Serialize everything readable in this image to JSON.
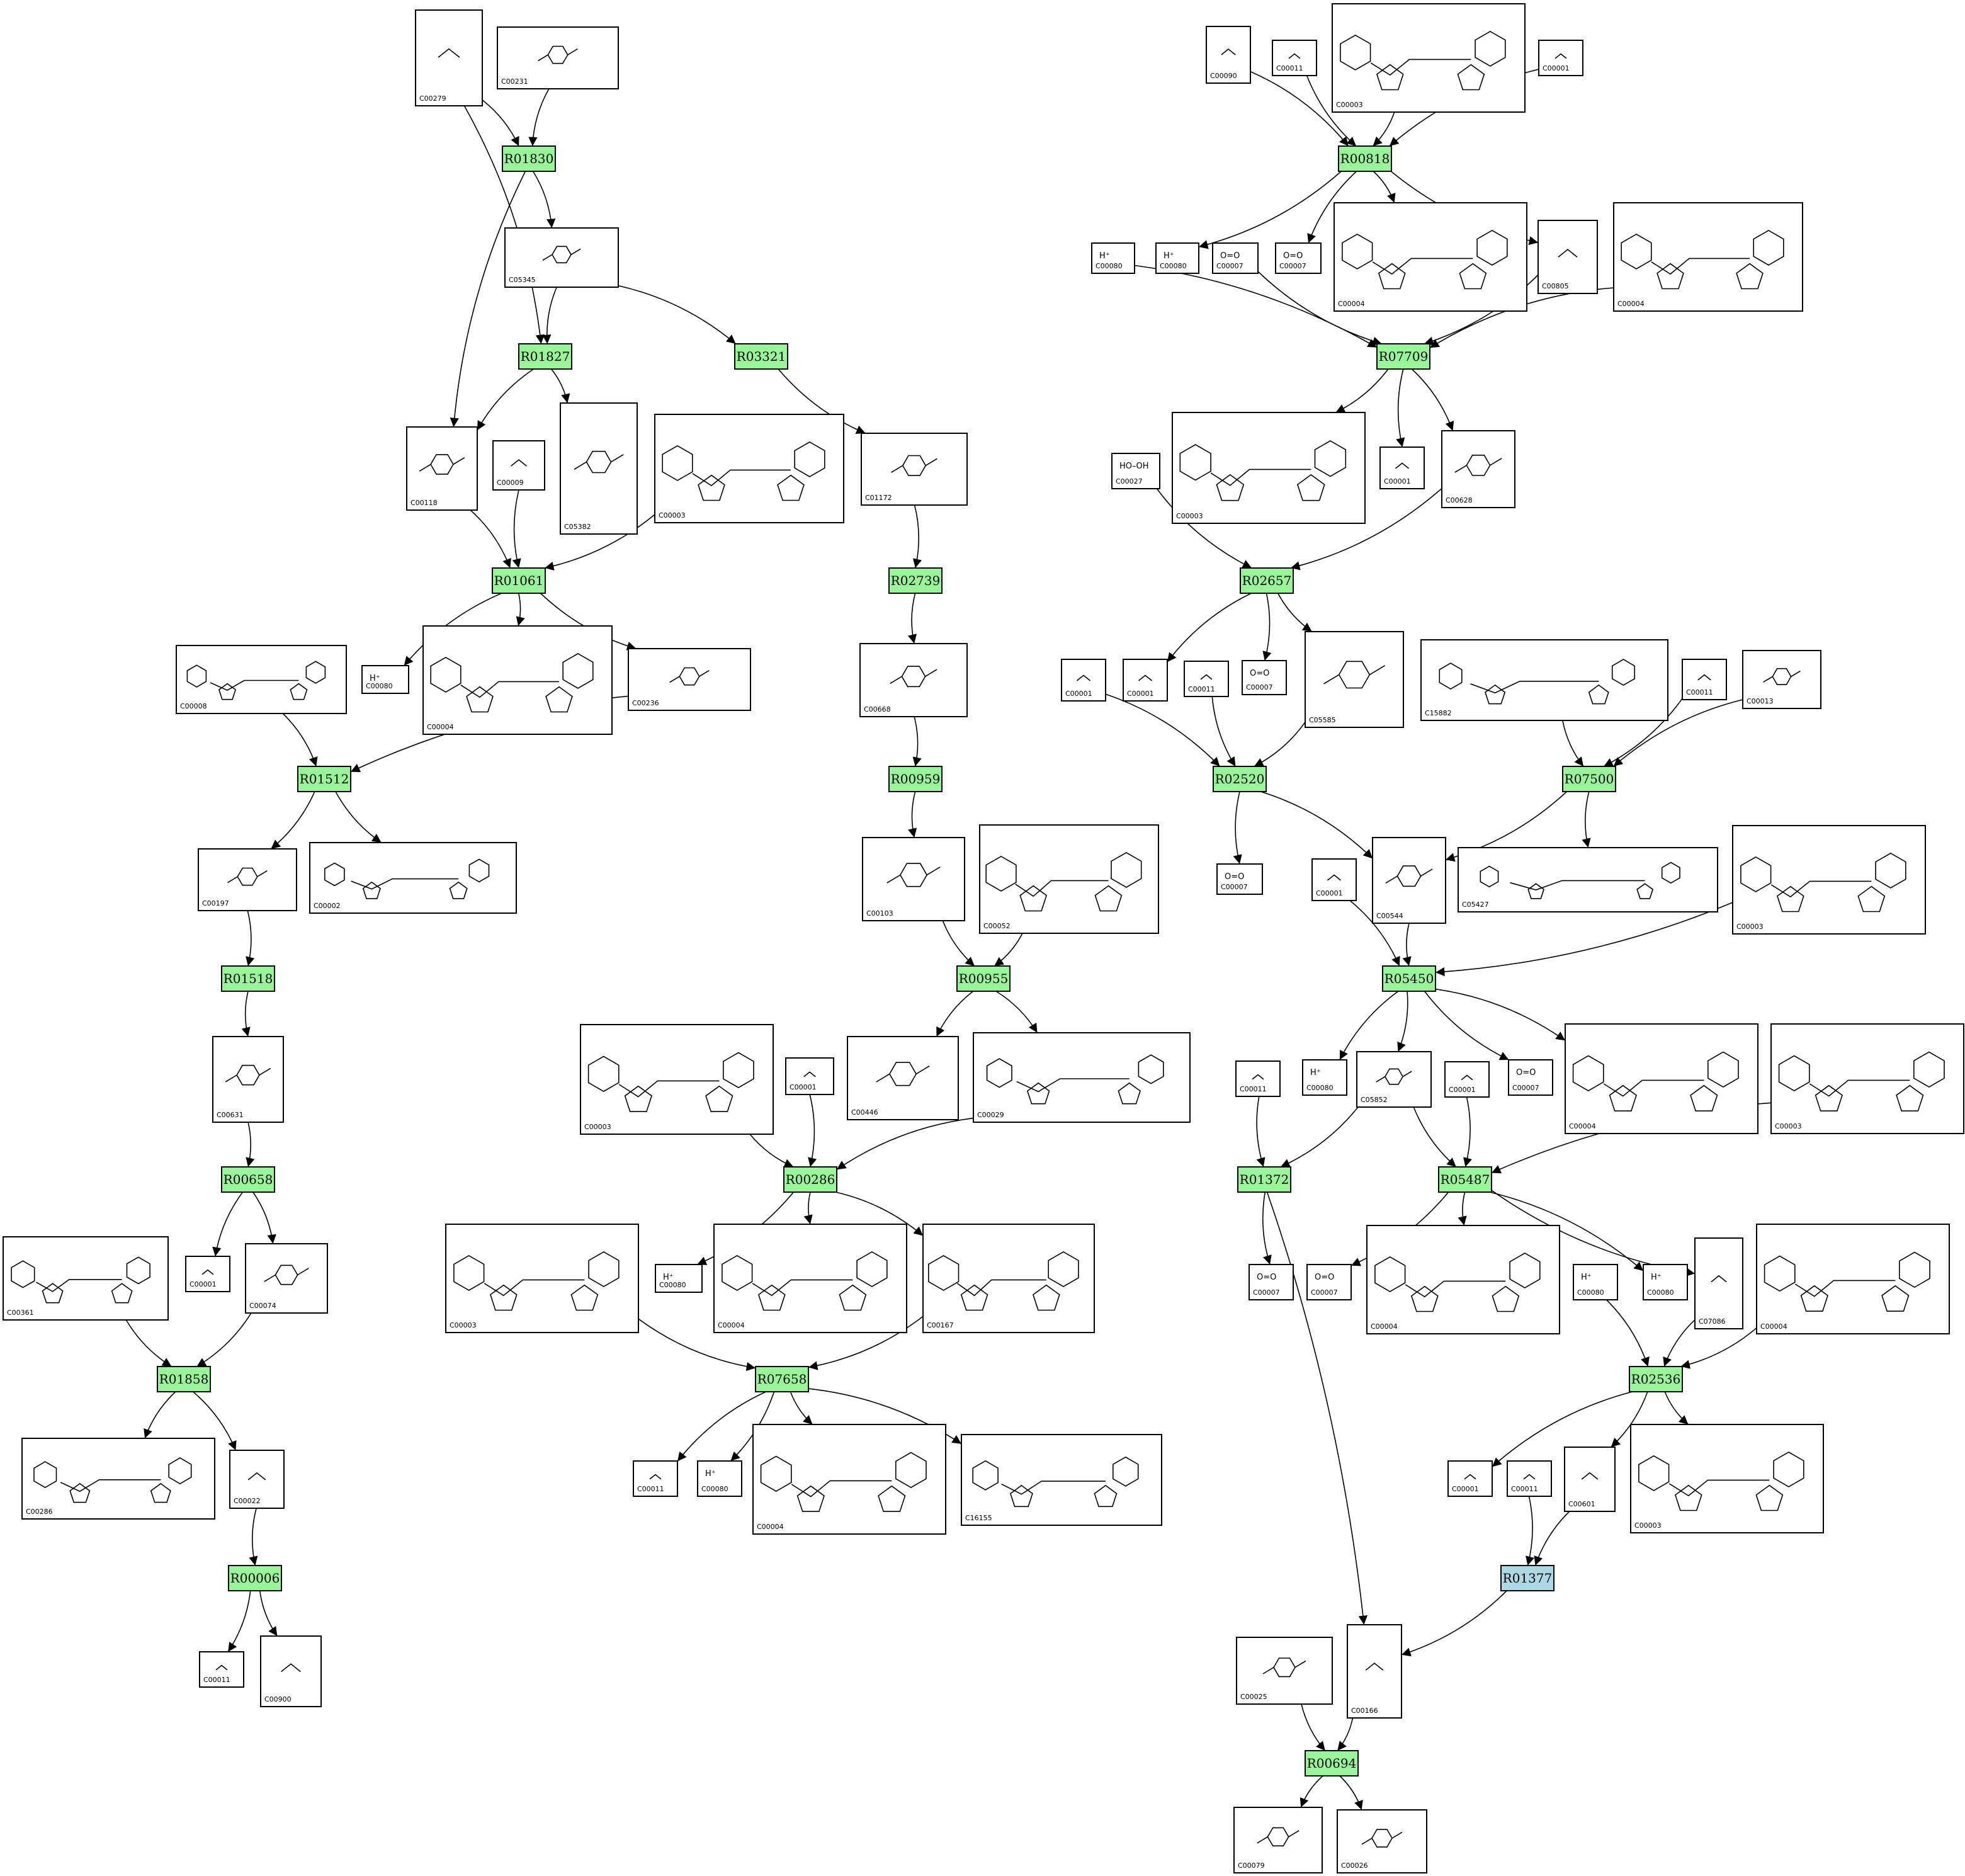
{
  "colors": {
    "reaction": "#98f598",
    "reaction_highlight": "#add8e6",
    "stroke": "#000000",
    "background": "#ffffff"
  },
  "reactions": [
    {
      "id": "R01830"
    },
    {
      "id": "R01827"
    },
    {
      "id": "R03321"
    },
    {
      "id": "R01061"
    },
    {
      "id": "R02739"
    },
    {
      "id": "R01512"
    },
    {
      "id": "R00959"
    },
    {
      "id": "R01518"
    },
    {
      "id": "R00955"
    },
    {
      "id": "R00658"
    },
    {
      "id": "R00286"
    },
    {
      "id": "R01858"
    },
    {
      "id": "R07658"
    },
    {
      "id": "R00006"
    },
    {
      "id": "R00818"
    },
    {
      "id": "R07709"
    },
    {
      "id": "R02657"
    },
    {
      "id": "R02520"
    },
    {
      "id": "R07500"
    },
    {
      "id": "R05450"
    },
    {
      "id": "R01372"
    },
    {
      "id": "R05487"
    },
    {
      "id": "R02536"
    },
    {
      "id": "R01377",
      "highlight": true
    },
    {
      "id": "R00694"
    }
  ],
  "compounds": [
    {
      "key": "c00279a",
      "id": "C00279",
      "formula": ""
    },
    {
      "key": "c00231a",
      "id": "C00231",
      "formula": ""
    },
    {
      "key": "c05345a",
      "id": "C05345",
      "formula": ""
    },
    {
      "key": "c00118a",
      "id": "C00118",
      "formula": ""
    },
    {
      "key": "c00009a",
      "id": "C00009",
      "formula": ""
    },
    {
      "key": "c05382a",
      "id": "C05382",
      "formula": ""
    },
    {
      "key": "c00003a",
      "id": "C00003",
      "formula": ""
    },
    {
      "key": "c01172a",
      "id": "C01172",
      "formula": ""
    },
    {
      "key": "c00080a",
      "id": "C00080",
      "formula": "H⁺"
    },
    {
      "key": "c00004a",
      "id": "C00004",
      "formula": ""
    },
    {
      "key": "c00236a",
      "id": "C00236",
      "formula": ""
    },
    {
      "key": "c00008a",
      "id": "C00008",
      "formula": ""
    },
    {
      "key": "c00668a",
      "id": "C00668",
      "formula": ""
    },
    {
      "key": "c00197a",
      "id": "C00197",
      "formula": ""
    },
    {
      "key": "c00002a",
      "id": "C00002",
      "formula": ""
    },
    {
      "key": "c00103a",
      "id": "C00103",
      "formula": ""
    },
    {
      "key": "c00052a",
      "id": "C00052",
      "formula": ""
    },
    {
      "key": "c00631a",
      "id": "C00631",
      "formula": ""
    },
    {
      "key": "c00003b",
      "id": "C00003",
      "formula": ""
    },
    {
      "key": "c00001a",
      "id": "C00001",
      "formula": ""
    },
    {
      "key": "c00446a",
      "id": "C00446",
      "formula": ""
    },
    {
      "key": "c00029a",
      "id": "C00029",
      "formula": ""
    },
    {
      "key": "c00001b",
      "id": "C00001",
      "formula": ""
    },
    {
      "key": "c00074a",
      "id": "C00074",
      "formula": ""
    },
    {
      "key": "c00361a",
      "id": "C00361",
      "formula": ""
    },
    {
      "key": "c00003c",
      "id": "C00003",
      "formula": ""
    },
    {
      "key": "c00080b",
      "id": "C00080",
      "formula": "H⁺"
    },
    {
      "key": "c00004b",
      "id": "C00004",
      "formula": ""
    },
    {
      "key": "c00167a",
      "id": "C00167",
      "formula": ""
    },
    {
      "key": "c00286a",
      "id": "C00286",
      "formula": ""
    },
    {
      "key": "c00022a",
      "id": "C00022",
      "formula": ""
    },
    {
      "key": "c00011a",
      "id": "C00011",
      "formula": ""
    },
    {
      "key": "c00080c",
      "id": "C00080",
      "formula": "H⁺"
    },
    {
      "key": "c00004c",
      "id": "C00004",
      "formula": ""
    },
    {
      "key": "c16155a",
      "id": "C16155",
      "formula": ""
    },
    {
      "key": "c00011b",
      "id": "C00011",
      "formula": ""
    },
    {
      "key": "c00900a",
      "id": "C00900",
      "formula": ""
    },
    {
      "key": "c00090a",
      "id": "C00090",
      "formula": ""
    },
    {
      "key": "c00011c",
      "id": "C00011",
      "formula": ""
    },
    {
      "key": "c00003d",
      "id": "C00003",
      "formula": ""
    },
    {
      "key": "c00001c",
      "id": "C00001",
      "formula": ""
    },
    {
      "key": "c00080d",
      "id": "C00080",
      "formula": "H⁺"
    },
    {
      "key": "c00080e",
      "id": "C00080",
      "formula": "H⁺"
    },
    {
      "key": "c00007a",
      "id": "C00007",
      "formula": "O=O"
    },
    {
      "key": "c00007b",
      "id": "C00007",
      "formula": "O=O"
    },
    {
      "key": "c00004d",
      "id": "C00004",
      "formula": ""
    },
    {
      "key": "c00805a",
      "id": "C00805",
      "formula": ""
    },
    {
      "key": "c00004e",
      "id": "C00004",
      "formula": ""
    },
    {
      "key": "c00027a",
      "id": "C00027",
      "formula": "HO–OH"
    },
    {
      "key": "c00003e",
      "id": "C00003",
      "formula": ""
    },
    {
      "key": "c00001d",
      "id": "C00001",
      "formula": ""
    },
    {
      "key": "c00628a",
      "id": "C00628",
      "formula": ""
    },
    {
      "key": "c00001e",
      "id": "C00001",
      "formula": ""
    },
    {
      "key": "c00001f",
      "id": "C00001",
      "formula": ""
    },
    {
      "key": "c00011d",
      "id": "C00011",
      "formula": ""
    },
    {
      "key": "c00007c",
      "id": "C00007",
      "formula": "O=O"
    },
    {
      "key": "c05585a",
      "id": "C05585",
      "formula": ""
    },
    {
      "key": "c15882a",
      "id": "C15882",
      "formula": ""
    },
    {
      "key": "c00011e",
      "id": "C00011",
      "formula": ""
    },
    {
      "key": "c00013a",
      "id": "C00013",
      "formula": ""
    },
    {
      "key": "c00007d",
      "id": "C00007",
      "formula": "O=O"
    },
    {
      "key": "c00001g",
      "id": "C00001",
      "formula": ""
    },
    {
      "key": "c00544a",
      "id": "C00544",
      "formula": ""
    },
    {
      "key": "c05427a",
      "id": "C05427",
      "formula": ""
    },
    {
      "key": "c00003f",
      "id": "C00003",
      "formula": ""
    },
    {
      "key": "c00011f",
      "id": "C00011",
      "formula": ""
    },
    {
      "key": "c00080f",
      "id": "C00080",
      "formula": "H⁺"
    },
    {
      "key": "c05852a",
      "id": "C05852",
      "formula": ""
    },
    {
      "key": "c00001h",
      "id": "C00001",
      "formula": ""
    },
    {
      "key": "c00007e",
      "id": "C00007",
      "formula": "O=O"
    },
    {
      "key": "c00004f",
      "id": "C00004",
      "formula": ""
    },
    {
      "key": "c00003g",
      "id": "C00003",
      "formula": ""
    },
    {
      "key": "c00007f",
      "id": "C00007",
      "formula": "O=O"
    },
    {
      "key": "c00007g",
      "id": "C00007",
      "formula": "O=O"
    },
    {
      "key": "c00004g",
      "id": "C00004",
      "formula": ""
    },
    {
      "key": "c00080g",
      "id": "C00080",
      "formula": "H⁺"
    },
    {
      "key": "c00080h",
      "id": "C00080",
      "formula": "H⁺"
    },
    {
      "key": "c07086a",
      "id": "C07086",
      "formula": ""
    },
    {
      "key": "c00004h",
      "id": "C00004",
      "formula": ""
    },
    {
      "key": "c00001i",
      "id": "C00001",
      "formula": ""
    },
    {
      "key": "c00011g",
      "id": "C00011",
      "formula": ""
    },
    {
      "key": "c00601a",
      "id": "C00601",
      "formula": ""
    },
    {
      "key": "c00003h",
      "id": "C00003",
      "formula": ""
    },
    {
      "key": "c00025a",
      "id": "C00025",
      "formula": ""
    },
    {
      "key": "c00166a",
      "id": "C00166",
      "formula": ""
    },
    {
      "key": "c00079a",
      "id": "C00079",
      "formula": ""
    },
    {
      "key": "c00026a",
      "id": "C00026",
      "formula": ""
    }
  ],
  "edges": [
    [
      "c00279a",
      "R01830"
    ],
    [
      "c00231a",
      "R01830"
    ],
    [
      "R01830",
      "c05345a"
    ],
    [
      "R01830",
      "c00118a"
    ],
    [
      "c00279a",
      "R01827"
    ],
    [
      "c05345a",
      "R01827"
    ],
    [
      "c05345a",
      "R03321"
    ],
    [
      "R01827",
      "c00118a"
    ],
    [
      "R01827",
      "c05382a"
    ],
    [
      "R03321",
      "c01172a"
    ],
    [
      "c00118a",
      "R01061"
    ],
    [
      "c00009a",
      "R01061"
    ],
    [
      "c00003a",
      "R01061"
    ],
    [
      "R01061",
      "c00080a"
    ],
    [
      "R01061",
      "c00004a"
    ],
    [
      "R01061",
      "c00236a"
    ],
    [
      "c01172a",
      "R02739"
    ],
    [
      "R02739",
      "c00668a"
    ],
    [
      "c00008a",
      "R01512"
    ],
    [
      "c00236a",
      "R01512"
    ],
    [
      "R01512",
      "c00197a"
    ],
    [
      "R01512",
      "c00002a"
    ],
    [
      "c00668a",
      "R00959"
    ],
    [
      "R00959",
      "c00103a"
    ],
    [
      "c00197a",
      "R01518"
    ],
    [
      "c00103a",
      "R00955"
    ],
    [
      "c00052a",
      "R00955"
    ],
    [
      "R00955",
      "c00446a"
    ],
    [
      "R00955",
      "c00029a"
    ],
    [
      "R01518",
      "c00631a"
    ],
    [
      "c00631a",
      "R00658"
    ],
    [
      "R00658",
      "c00001b"
    ],
    [
      "R00658",
      "c00074a"
    ],
    [
      "c00003b",
      "R00286"
    ],
    [
      "c00001a",
      "R00286"
    ],
    [
      "c00029a",
      "R00286"
    ],
    [
      "R00286",
      "c00080b"
    ],
    [
      "R00286",
      "c00004b"
    ],
    [
      "R00286",
      "c00167a"
    ],
    [
      "c00361a",
      "R01858"
    ],
    [
      "c00074a",
      "R01858"
    ],
    [
      "R01858",
      "c00286a"
    ],
    [
      "R01858",
      "c00022a"
    ],
    [
      "c00003c",
      "R07658"
    ],
    [
      "c00167a",
      "R07658"
    ],
    [
      "R07658",
      "c00011a"
    ],
    [
      "R07658",
      "c00080c"
    ],
    [
      "R07658",
      "c00004c"
    ],
    [
      "R07658",
      "c16155a"
    ],
    [
      "c00022a",
      "R00006"
    ],
    [
      "R00006",
      "c00011b"
    ],
    [
      "R00006",
      "c00900a"
    ],
    [
      "c00090a",
      "R00818"
    ],
    [
      "c00011c",
      "R00818"
    ],
    [
      "c00003d",
      "R00818"
    ],
    [
      "c00001c",
      "R00818"
    ],
    [
      "R00818",
      "c00080e"
    ],
    [
      "R00818",
      "c00007b"
    ],
    [
      "R00818",
      "c00004d"
    ],
    [
      "R00818",
      "c00805a"
    ],
    [
      "c00080d",
      "R07709"
    ],
    [
      "c00007a",
      "R07709"
    ],
    [
      "c00805a",
      "R07709"
    ],
    [
      "c00004e",
      "R07709"
    ],
    [
      "R07709",
      "c00003e"
    ],
    [
      "R07709",
      "c00001d"
    ],
    [
      "R07709",
      "c00628a"
    ],
    [
      "c00027a",
      "R02657"
    ],
    [
      "c00628a",
      "R02657"
    ],
    [
      "R02657",
      "c00001f"
    ],
    [
      "R02657",
      "c00007c"
    ],
    [
      "R02657",
      "c05585a"
    ],
    [
      "c00001e",
      "R02520"
    ],
    [
      "c00011d",
      "R02520"
    ],
    [
      "c05585a",
      "R02520"
    ],
    [
      "R02520",
      "c00007d"
    ],
    [
      "R02520",
      "c00544a"
    ],
    [
      "c15882a",
      "R07500"
    ],
    [
      "c00011e",
      "R07500"
    ],
    [
      "c00013a",
      "R07500"
    ],
    [
      "R07500",
      "c00544a"
    ],
    [
      "R07500",
      "c05427a"
    ],
    [
      "c00001g",
      "R05450"
    ],
    [
      "c00544a",
      "R05450"
    ],
    [
      "c00003f",
      "R05450"
    ],
    [
      "R05450",
      "c00080f"
    ],
    [
      "R05450",
      "c05852a"
    ],
    [
      "R05450",
      "c00007e"
    ],
    [
      "R05450",
      "c00004f"
    ],
    [
      "c00011f",
      "R01372"
    ],
    [
      "c05852a",
      "R01372"
    ],
    [
      "R01372",
      "c00007f"
    ],
    [
      "R01372",
      "c00166a"
    ],
    [
      "c05852a",
      "R05487"
    ],
    [
      "c00001h",
      "R05487"
    ],
    [
      "c00003g",
      "R05487"
    ],
    [
      "R05487",
      "c00007g"
    ],
    [
      "R05487",
      "c00004g"
    ],
    [
      "R05487",
      "c00080h"
    ],
    [
      "R05487",
      "c07086a"
    ],
    [
      "c00080g",
      "R02536"
    ],
    [
      "c07086a",
      "R02536"
    ],
    [
      "c00004h",
      "R02536"
    ],
    [
      "R02536",
      "c00001i"
    ],
    [
      "R02536",
      "c00601a"
    ],
    [
      "R02536",
      "c00003h"
    ],
    [
      "c00011g",
      "R01377"
    ],
    [
      "c00601a",
      "R01377"
    ],
    [
      "R01377",
      "c00166a"
    ],
    [
      "c00025a",
      "R00694"
    ],
    [
      "c00166a",
      "R00694"
    ],
    [
      "R00694",
      "c00079a"
    ],
    [
      "R00694",
      "c00026a"
    ]
  ]
}
